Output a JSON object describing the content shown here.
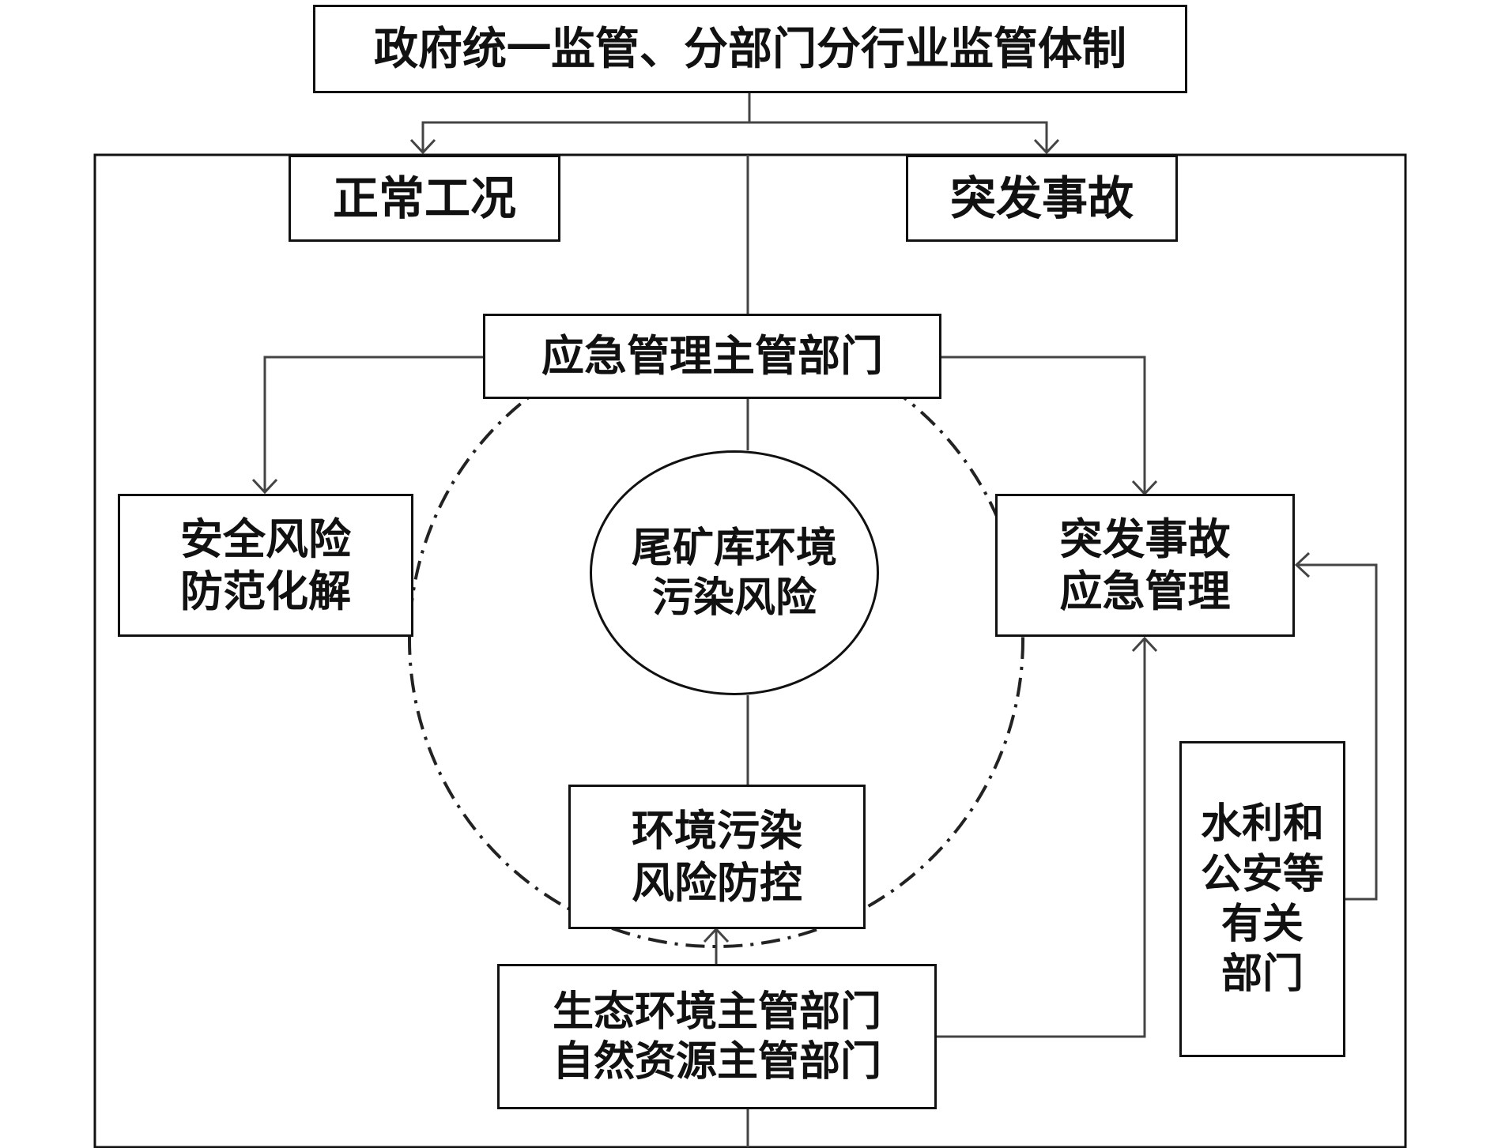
{
  "diagram": {
    "top": "政府统一监管、分部门分行业监管体制",
    "normal": "正常工况",
    "accident": "突发事故",
    "emergency_dept": "应急管理主管部门",
    "safety_risk": "安全风险\n防范化解",
    "center": "尾矿库环境\n污染风险",
    "accident_mgmt": "突发事故\n应急管理",
    "env_control": "环境污染\n风险防控",
    "eco_dept": "生态环境主管部门\n自然资源主管部门",
    "water_police": "水利和\n公安等\n有关\n部门"
  }
}
